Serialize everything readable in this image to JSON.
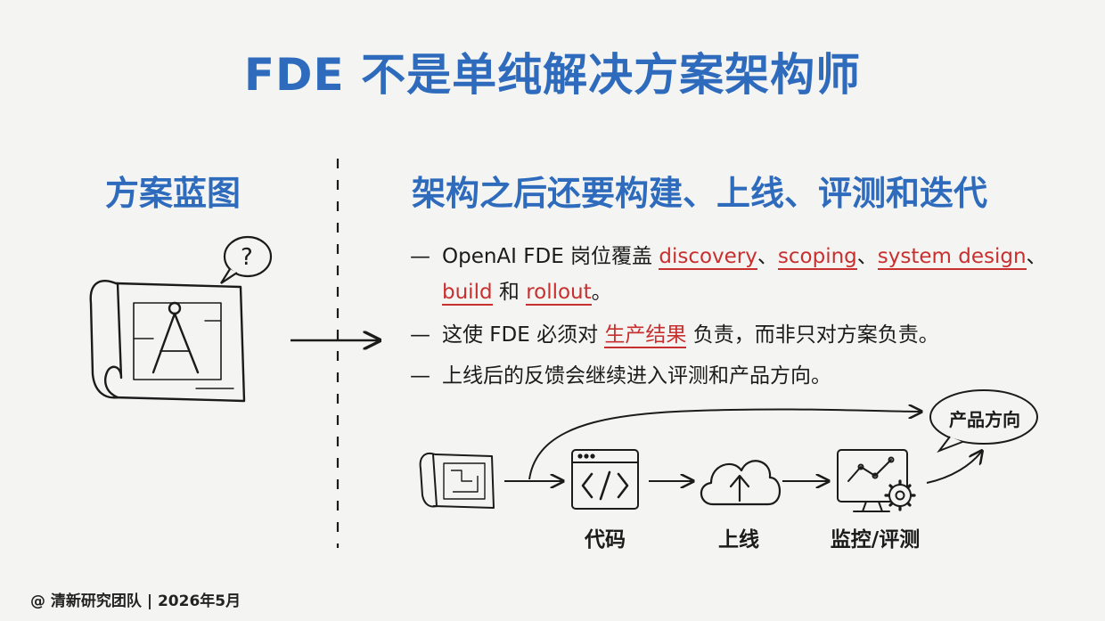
{
  "title": "FDE 不是单纯解决方案架构师",
  "left": {
    "heading": "方案蓝图",
    "question_mark": "?"
  },
  "right": {
    "heading": "架构之后还要构建、上线、评测和迭代",
    "bullet_marker": "—",
    "bullets": [
      {
        "prefix": "OpenAI FDE 岗位覆盖 ",
        "h1": "discovery",
        "sep1": "、",
        "h2": "scoping",
        "sep2": "、",
        "h3": "system design",
        "sep3": "、",
        "h4": "build",
        "mid": " 和 ",
        "h5": "rollout",
        "end": "。"
      },
      {
        "prefix": "这使 FDE 必须对 ",
        "highlight": "生产结果",
        "suffix": " 负责，而非只对方案负责。"
      },
      {
        "text": "上线后的反馈会继续进入评测和产品方向。"
      }
    ]
  },
  "flow": {
    "step_code": "代码",
    "step_launch": "上线",
    "step_monitor": "监控/评测",
    "bubble": "产品方向"
  },
  "footer": "@ 清新研究团队 | 2026年5月",
  "colors": {
    "title_blue": "#2e6bbd",
    "highlight_red": "#c8302f",
    "ink": "#1b1b1b"
  }
}
